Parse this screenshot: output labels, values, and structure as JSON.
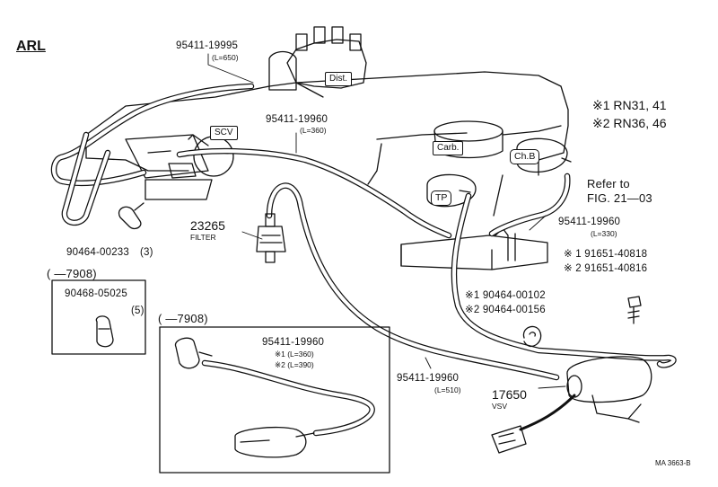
{
  "diagram": {
    "model_code": "ARL",
    "legend": {
      "note1": "※1  RN31, 41",
      "note2": "※2  RN36, 46"
    },
    "boxes": {
      "dist": "Dist.",
      "scv": "SCV",
      "carb": "Carb.",
      "chb": "Ch.B",
      "tp": "TP"
    },
    "refer": {
      "line1": "Refer to",
      "line2": "FIG. 21—03"
    },
    "parts": {
      "hose_650": {
        "number": "95411-19995",
        "length": "(L=650)"
      },
      "hose_360": {
        "number": "95411-19960",
        "length": "(L=360)"
      },
      "hose_330": {
        "number": "95411-19960",
        "length": "(L=330)"
      },
      "hose_510": {
        "number": "95411-19960",
        "length": "(L=510)"
      },
      "filter": {
        "number": "23265",
        "name": "FILTER"
      },
      "clip_00233": {
        "number": "90464-00233",
        "qty": "(3)"
      },
      "bolt_40818": "※ 1  91651-40818",
      "bolt_40816": "※ 2  91651-40816",
      "clip_00102": "※1  90464-00102",
      "clip_00156": "※2  90464-00156",
      "vsv": {
        "number": "17650",
        "name": "VSV"
      }
    },
    "inset_left": {
      "range": "(       —7908)",
      "part_number": "90468-05025",
      "qty": "(5)"
    },
    "inset_bottom": {
      "range": "(       —7908)",
      "part_number": "95411-19960",
      "length1": "※1  (L=360)",
      "length2": "※2  (L=390)"
    },
    "drawing_code": "MA 3663-B"
  }
}
